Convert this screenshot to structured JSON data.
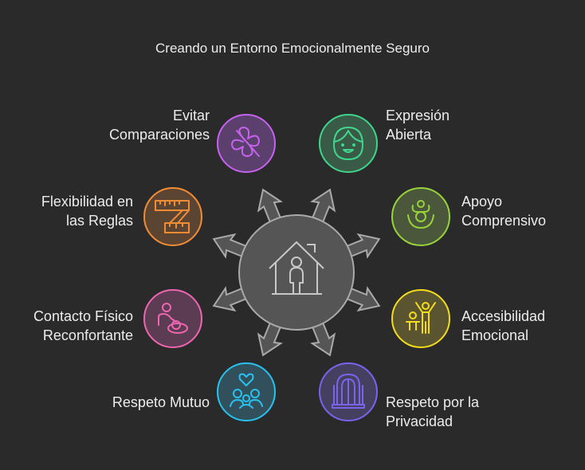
{
  "title": "Creando un Entorno Emocionalmente Seguro",
  "center": {
    "icon": "house-person-icon"
  },
  "items": [
    {
      "lines": [
        "Evitar",
        "Comparaciones"
      ],
      "icon": "no-comparison-icon",
      "stroke": "#c662ef",
      "fill": "#5b3f6c"
    },
    {
      "lines": [
        "Expresión",
        "Abierta"
      ],
      "icon": "smiling-face-icon",
      "stroke": "#3fd68b",
      "fill": "#395a46"
    },
    {
      "lines": [
        "Flexibilidad en",
        "las Reglas"
      ],
      "icon": "measuring-tape-icon",
      "stroke": "#f28c35",
      "fill": "#5c4432"
    },
    {
      "lines": [
        "Apoyo",
        "Comprensivo"
      ],
      "icon": "supporting-people-icon",
      "stroke": "#97d33a",
      "fill": "#4a573a"
    },
    {
      "lines": [
        "Contacto Físico",
        "Reconfortante"
      ],
      "icon": "comforting-touch-icon",
      "stroke": "#ee65b2",
      "fill": "#5c3c52"
    },
    {
      "lines": [
        "Accesibilidad",
        "Emocional"
      ],
      "icon": "parent-child-icon",
      "stroke": "#f3dd1b",
      "fill": "#5a5430"
    },
    {
      "lines": [
        "Respeto Mutuo"
      ],
      "icon": "family-heart-icon",
      "stroke": "#27c2ef",
      "fill": "#32505c"
    },
    {
      "lines": [
        "Respeto por la",
        "Privacidad"
      ],
      "icon": "closed-door-icon",
      "stroke": "#7b63ee",
      "fill": "#45405f"
    }
  ]
}
